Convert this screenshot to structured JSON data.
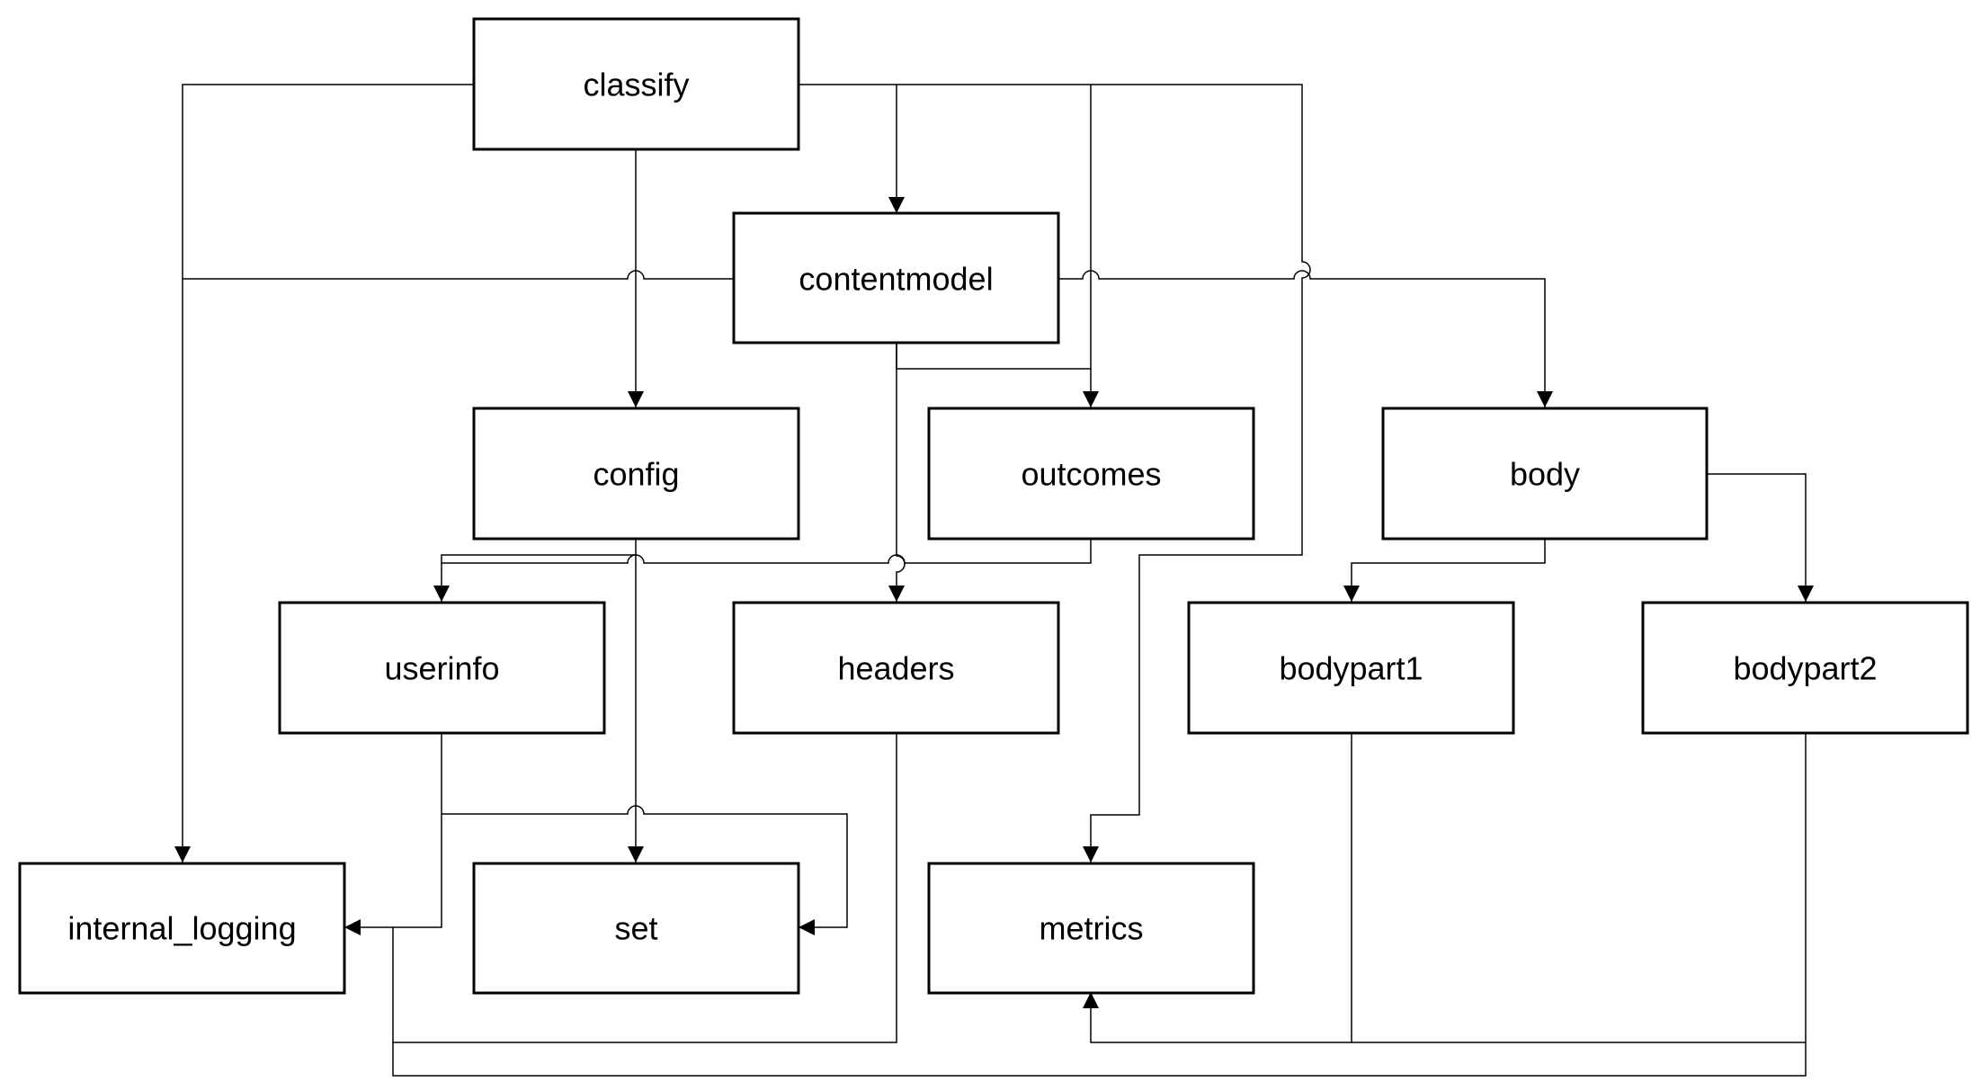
{
  "nodes": {
    "classify": "classify",
    "contentmodel": "contentmodel",
    "config": "config",
    "outcomes": "outcomes",
    "body": "body",
    "userinfo": "userinfo",
    "headers": "headers",
    "bodypart1": "bodypart1",
    "bodypart2": "bodypart2",
    "internal_logging": "internal_logging",
    "set": "set",
    "metrics": "metrics"
  },
  "edges": [
    {
      "from": "classify",
      "to": "contentmodel"
    },
    {
      "from": "classify",
      "to": "config"
    },
    {
      "from": "classify",
      "to": "outcomes"
    },
    {
      "from": "classify",
      "to": "internal_logging"
    },
    {
      "from": "classify",
      "to": "metrics"
    },
    {
      "from": "contentmodel",
      "to": "internal_logging"
    },
    {
      "from": "contentmodel",
      "to": "outcomes"
    },
    {
      "from": "contentmodel",
      "to": "headers"
    },
    {
      "from": "contentmodel",
      "to": "body"
    },
    {
      "from": "config",
      "to": "userinfo"
    },
    {
      "from": "config",
      "to": "set"
    },
    {
      "from": "outcomes",
      "to": "userinfo"
    },
    {
      "from": "body",
      "to": "bodypart1"
    },
    {
      "from": "body",
      "to": "bodypart2"
    },
    {
      "from": "userinfo",
      "to": "internal_logging"
    },
    {
      "from": "userinfo",
      "to": "set"
    },
    {
      "from": "headers",
      "to": "internal_logging"
    },
    {
      "from": "bodypart1",
      "to": "metrics"
    },
    {
      "from": "bodypart2",
      "to": "metrics"
    },
    {
      "from": "bodypart2",
      "to": "internal_logging"
    }
  ],
  "colors": {
    "stroke": "#000000",
    "fill": "#ffffff"
  }
}
